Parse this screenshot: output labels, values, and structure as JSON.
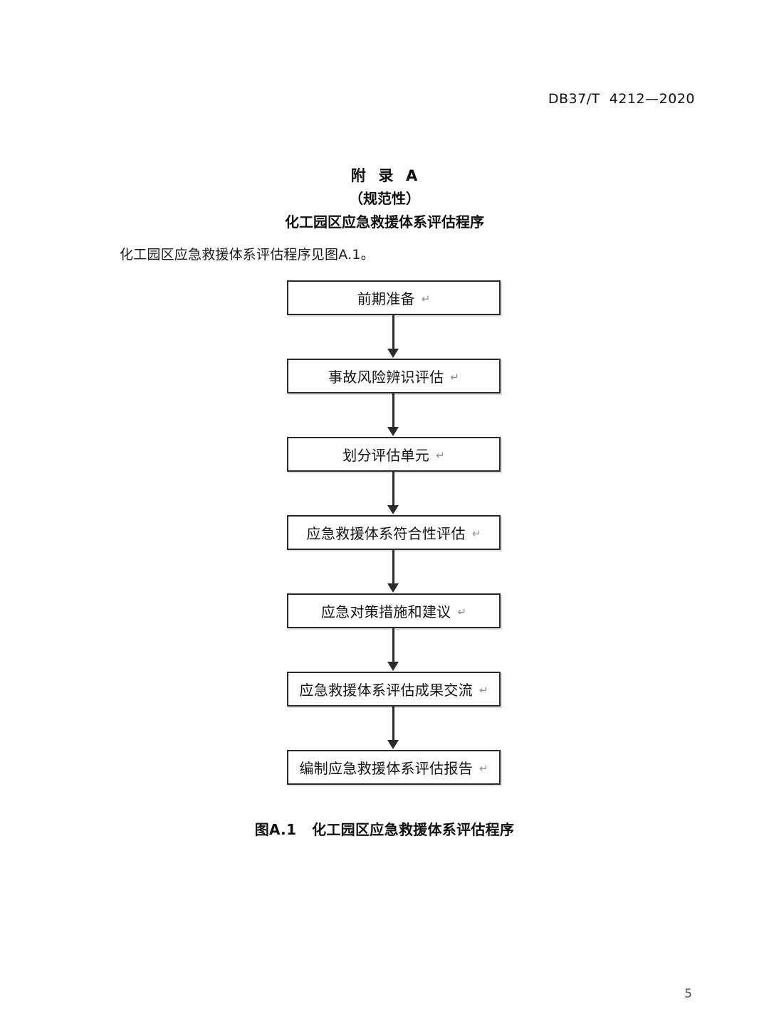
{
  "header": {
    "standard_code": "DB37/T  4212—2020"
  },
  "annex": {
    "label": "附  录  A",
    "kind": "（规范性）",
    "name": "化工园区应急救援体系评估程序"
  },
  "body": {
    "paragraph": "化工园区应急救援体系评估程序见图A.1。"
  },
  "flowchart": {
    "type": "flow",
    "orientation": "vertical-top-down",
    "return_mark": "↵",
    "nodes": [
      {
        "label": "前期准备"
      },
      {
        "label": "事故风险辨识评估"
      },
      {
        "label": "划分评估单元"
      },
      {
        "label": "应急救援体系符合性评估"
      },
      {
        "label": "应急对策措施和建议"
      },
      {
        "label": "应急救援体系评估成果交流"
      },
      {
        "label": "编制应急救援体系评估报告"
      }
    ]
  },
  "figure": {
    "caption": "图A.1   化工园区应急救援体系评估程序"
  },
  "footer": {
    "page_number": "5"
  },
  "colors": {
    "text": "#1a1a1a",
    "node_border": "#2b2b2b",
    "node_fill": "#ffffff",
    "return_mark": "#8d8d8d",
    "page_background": "#ffffff"
  }
}
